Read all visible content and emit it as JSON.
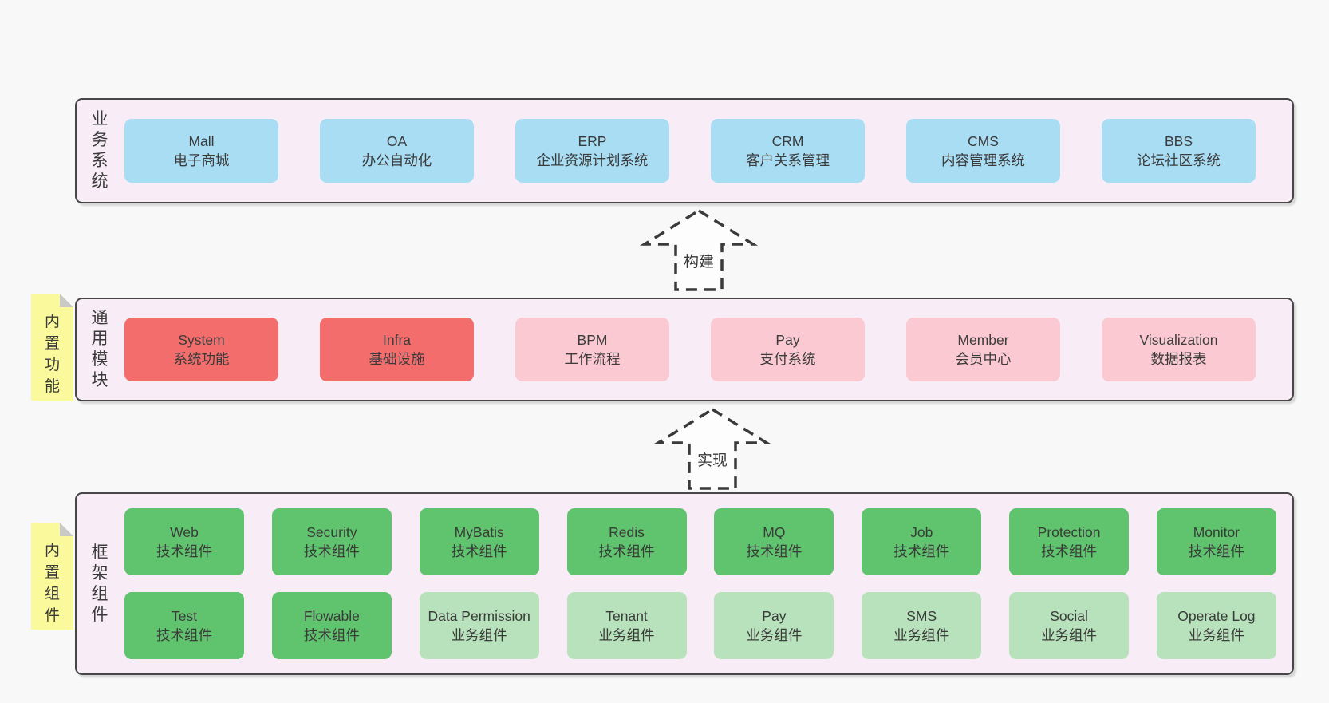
{
  "colors": {
    "page_bg": "#f8f8f8",
    "band_bg": "#f8edf6",
    "band_border": "#474747",
    "blue": "#a9ddf3",
    "red": "#f36d6d",
    "pink": "#fbc9d2",
    "green_dark": "#5fc46d",
    "green_light": "#b7e2bb",
    "note_yellow": "#fafa9d",
    "note_fold": "#c9c9c9",
    "text": "#3a3a3a"
  },
  "arrows": {
    "build": "构建",
    "implement": "实现"
  },
  "bands": {
    "business": {
      "label": "业务系统",
      "items": [
        {
          "en": "Mall",
          "zh": "电子商城"
        },
        {
          "en": "OA",
          "zh": "办公自动化"
        },
        {
          "en": "ERP",
          "zh": "企业资源计划系统"
        },
        {
          "en": "CRM",
          "zh": "客户关系管理"
        },
        {
          "en": "CMS",
          "zh": "内容管理系统"
        },
        {
          "en": "BBS",
          "zh": "论坛社区系统"
        }
      ]
    },
    "modules": {
      "label": "通用模块",
      "note": "内置功能",
      "items": [
        {
          "en": "System",
          "zh": "系统功能"
        },
        {
          "en": "Infra",
          "zh": "基础设施"
        },
        {
          "en": "BPM",
          "zh": "工作流程"
        },
        {
          "en": "Pay",
          "zh": "支付系统"
        },
        {
          "en": "Member",
          "zh": "会员中心"
        },
        {
          "en": "Visualization",
          "zh": "数据报表"
        }
      ]
    },
    "framework": {
      "label": "框架组件",
      "note": "内置组件",
      "row1": [
        {
          "en": "Web",
          "zh": "技术组件"
        },
        {
          "en": "Security",
          "zh": "技术组件"
        },
        {
          "en": "MyBatis",
          "zh": "技术组件"
        },
        {
          "en": "Redis",
          "zh": "技术组件"
        },
        {
          "en": "MQ",
          "zh": "技术组件"
        },
        {
          "en": "Job",
          "zh": "技术组件"
        },
        {
          "en": "Protection",
          "zh": "技术组件"
        },
        {
          "en": "Monitor",
          "zh": "技术组件"
        }
      ],
      "row2": [
        {
          "en": "Test",
          "zh": "技术组件"
        },
        {
          "en": "Flowable",
          "zh": "技术组件"
        },
        {
          "en": "Data Permission",
          "zh": "业务组件"
        },
        {
          "en": "Tenant",
          "zh": "业务组件"
        },
        {
          "en": "Pay",
          "zh": "业务组件"
        },
        {
          "en": "SMS",
          "zh": "业务组件"
        },
        {
          "en": "Social",
          "zh": "业务组件"
        },
        {
          "en": "Operate Log",
          "zh": "业务组件"
        }
      ]
    }
  }
}
